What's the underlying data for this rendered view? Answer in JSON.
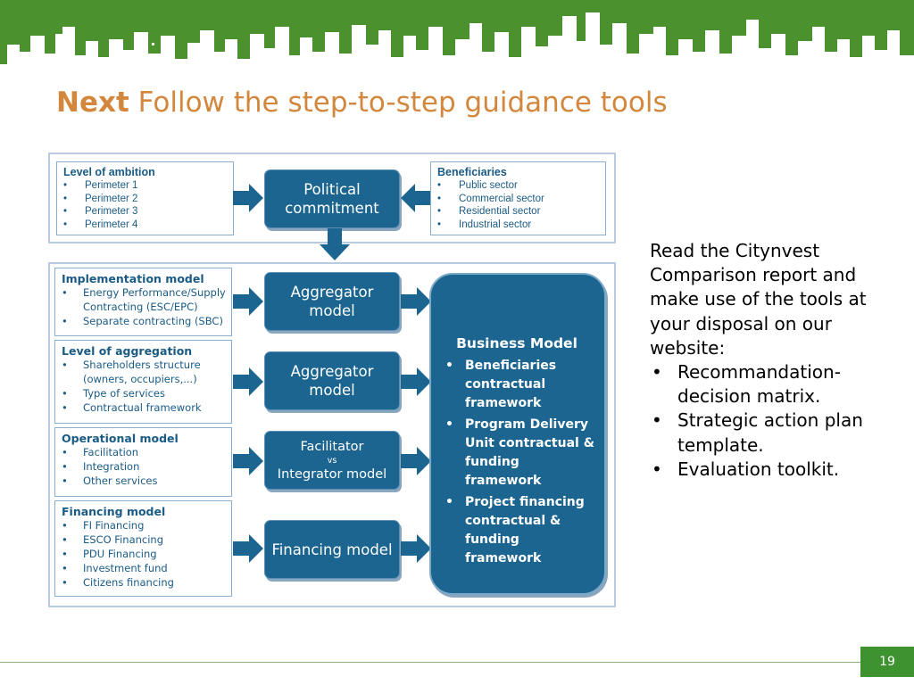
{
  "title": {
    "bold": "Next",
    "rest": "Follow the step-to-step guidance tools"
  },
  "diagram": {
    "level_of_ambition": {
      "title": "Level of ambition",
      "items": [
        "Perimeter 1",
        "Perimeter 2",
        "Perimeter 3",
        "Perimeter 4"
      ]
    },
    "political": {
      "line1": "Political",
      "line2": "commitment"
    },
    "beneficiaries": {
      "title": "Beneficiaries",
      "items": [
        "Public sector",
        "Commercial sector",
        "Residential sector",
        "Industrial sector"
      ]
    },
    "implementation_model": {
      "title": "Implementation model",
      "item1a": "Energy Performance/Supply",
      "item1b": "Contracting (ESC/EPC)",
      "item2": "Separate contracting (SBC)"
    },
    "level_of_aggregation": {
      "title": "Level of aggregation",
      "item1a": "Shareholders structure",
      "item1b": "(owners, occupiers,...)",
      "item2": "Type of services",
      "item3": "Contractual framework"
    },
    "operational_model": {
      "title": "Operational model",
      "items": [
        "Facilitation",
        "Integration",
        "Other services"
      ]
    },
    "financing_model_box": {
      "title": "Financing model",
      "items": [
        "FI Financing",
        "ESCO Financing",
        "PDU Financing",
        "Investment fund",
        "Citizens financing"
      ]
    },
    "aggregator_1": {
      "line1": "Aggregator",
      "line2": "model"
    },
    "aggregator_2": {
      "line1": "Aggregator",
      "line2": "model"
    },
    "facilitator": {
      "line1": "Facilitator",
      "vs": "vs",
      "line2": "Integrator model"
    },
    "financing_model": {
      "label": "Financing model"
    },
    "business_model": {
      "title": "Business Model",
      "items": [
        "Beneficiaries contractual framework",
        "Program Delivery Unit contractual & funding framework",
        "Project financing contractual & funding framework"
      ]
    }
  },
  "side_text": {
    "intro": "Read the Citynvest Comparison report and make use of the tools at your disposal on our website:",
    "items": [
      "Recommandation-decision matrix.",
      "Strategic action plan template.",
      "Evaluation toolkit."
    ]
  },
  "page_number": "19",
  "colors": {
    "title_orange": "#d3873c",
    "box_blue": "#1b6590",
    "skyline_green": "#4b922e",
    "page_badge": "#3e9230"
  }
}
